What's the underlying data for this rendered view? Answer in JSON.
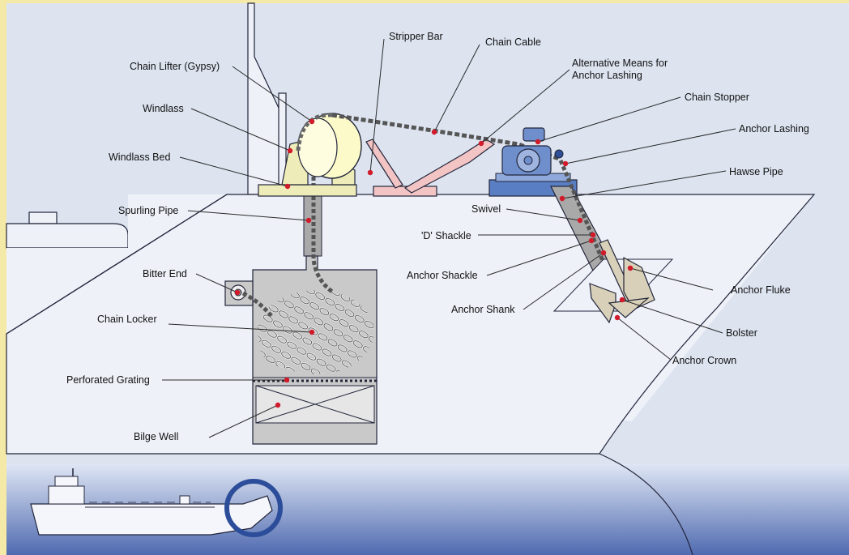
{
  "colors": {
    "border": "#f5e9a8",
    "sky": "#dde4f0",
    "hull": "#eef1f8",
    "line": "#22253a",
    "machinery": "#eeecb8",
    "pink": "#f3c4c4",
    "steel": "#9aa2b8",
    "locker": "#c9c9c9",
    "leader": "#2a2a2a",
    "dot": "#d11a2a",
    "water_top": "#dfe6f4",
    "water_bottom": "#4f6ab0"
  },
  "labels": {
    "chain_lifter": "Chain Lifter (Gypsy)",
    "windlass": "Windlass",
    "windlass_bed": "Windlass Bed",
    "spurling_pipe": "Spurling Pipe",
    "bitter_end": "Bitter End",
    "chain_locker": "Chain Locker",
    "perforated_grating": "Perforated Grating",
    "bilge_well": "Bilge Well",
    "stripper_bar": "Stripper Bar",
    "chain_cable": "Chain Cable",
    "alt_means_1": "Alternative Means for",
    "alt_means_2": "Anchor Lashing",
    "chain_stopper": "Chain Stopper",
    "anchor_lashing": "Anchor Lashing",
    "hawse_pipe": "Hawse Pipe",
    "swivel": "Swivel",
    "d_shackle": "'D' Shackle",
    "anchor_shackle": "Anchor Shackle",
    "anchor_shank": "Anchor Shank",
    "anchor_fluke": "Anchor Fluke",
    "bolster": "Bolster",
    "anchor_crown": "Anchor Crown"
  }
}
